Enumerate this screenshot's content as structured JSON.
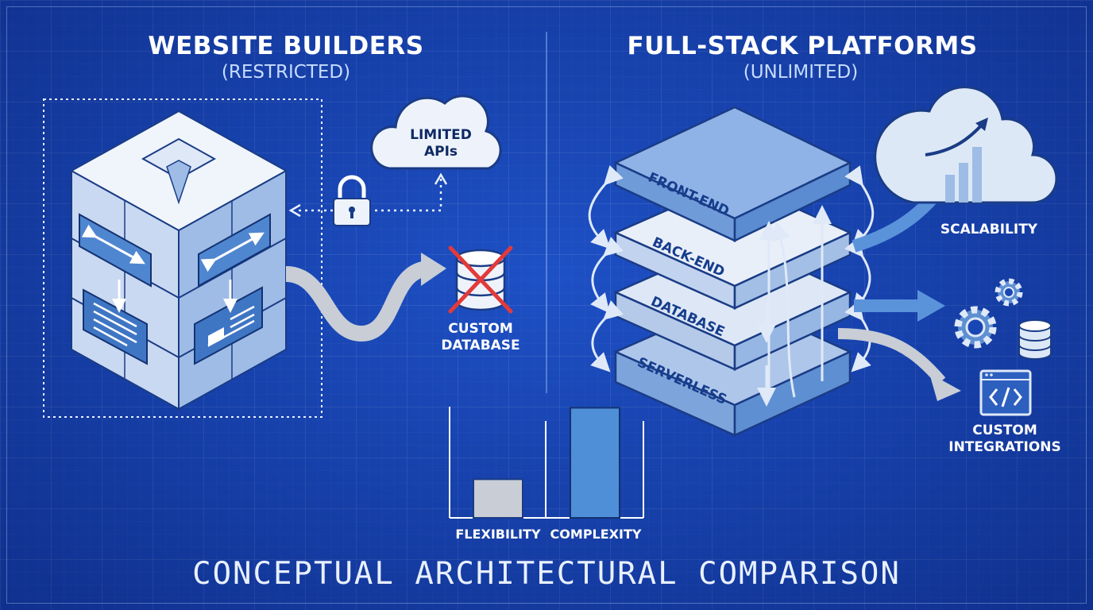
{
  "left": {
    "title": "WEBSITE BUILDERS",
    "subtitle": "(RESTRICTED)",
    "api_label_line1": "LIMITED",
    "api_label_line2": "APIs",
    "db_label_line1": "CUSTOM",
    "db_label_line2": "DATABASE"
  },
  "right": {
    "title": "FULL-STACK PLATFORMS",
    "subtitle": "(UNLIMITED)",
    "layers": [
      "FRONT-END",
      "BACK-END",
      "DATABASE",
      "SERVERLESS"
    ],
    "scalability_label": "SCALABILITY",
    "integrations_line1": "CUSTOM",
    "integrations_line2": "INTEGRATIONS"
  },
  "chart_data": {
    "type": "bar",
    "categories": [
      "FLEXIBILITY",
      "COMPLEXITY"
    ],
    "values": [
      0.27,
      0.77
    ],
    "ylim": [
      0,
      1
    ],
    "colors": [
      "#c9ced6",
      "#4f8fd8"
    ]
  },
  "footer": "CONCEPTUAL ARCHITECTURAL COMPARISON",
  "colors": {
    "background": "#1846b4",
    "block_light": "#e6edf8",
    "block_mid": "#aec6ea",
    "block_dark": "#5e8fd2",
    "accent_red": "#e23a3a",
    "arrow_gray": "#c8cdd6"
  },
  "icons": [
    "lock-icon",
    "cloud-icon",
    "database-icon",
    "gear-icon",
    "code-window-icon",
    "cloud-chart-icon"
  ]
}
